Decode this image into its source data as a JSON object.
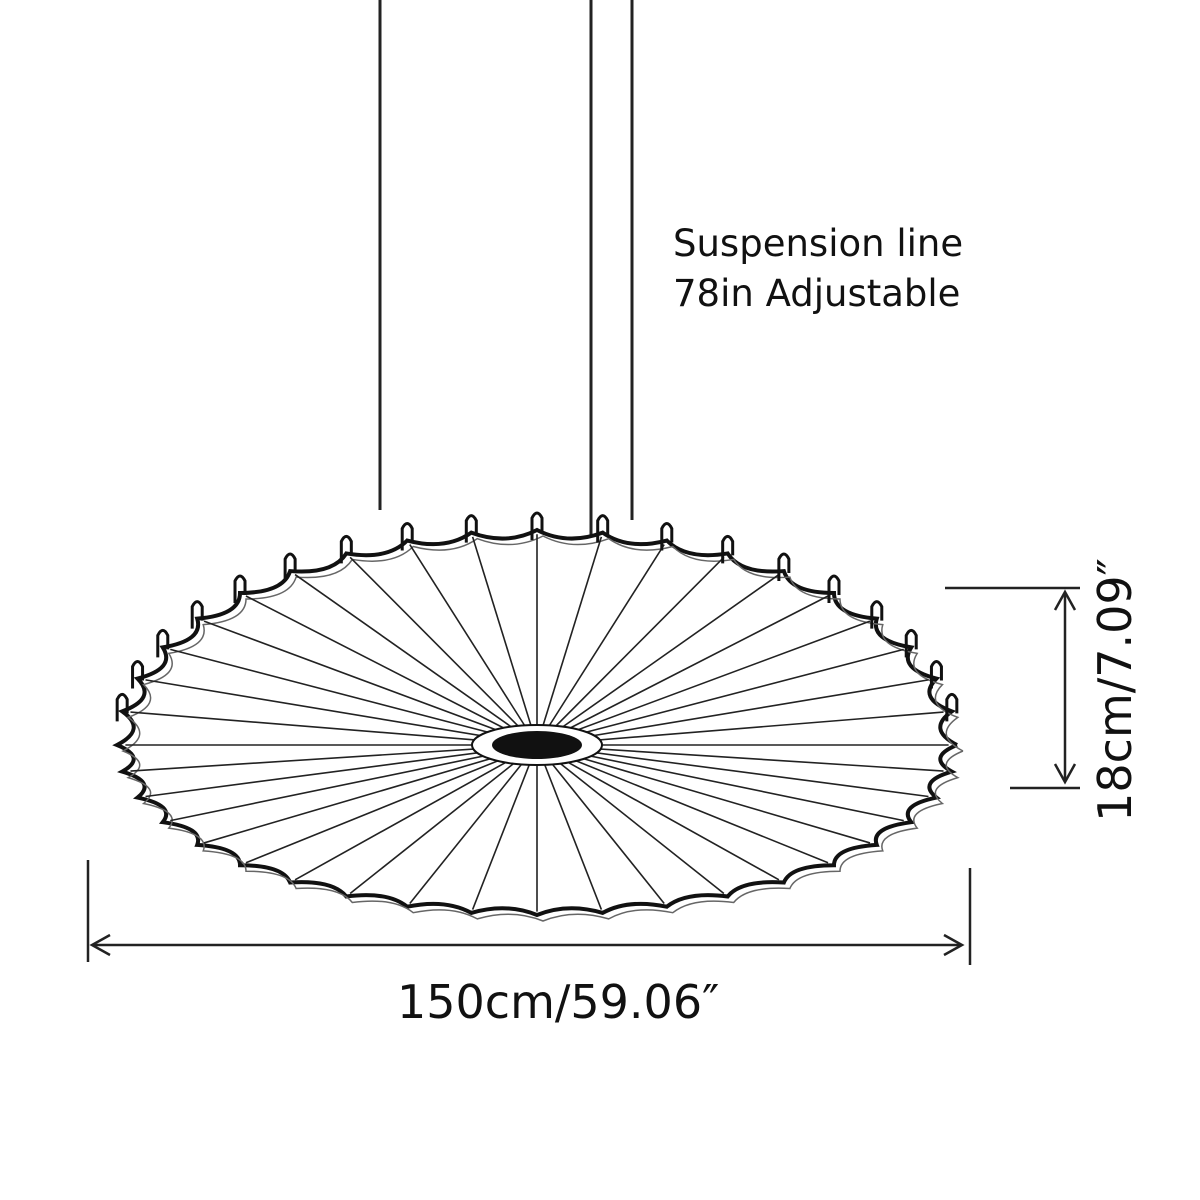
{
  "suspension": {
    "line1": "Suspension line",
    "line2": "78in Adjustable"
  },
  "dimensions": {
    "width": "150cm/59.06″",
    "height": "18cm/7.09″"
  },
  "colors": {
    "line": "#111111",
    "background": "#ffffff"
  }
}
